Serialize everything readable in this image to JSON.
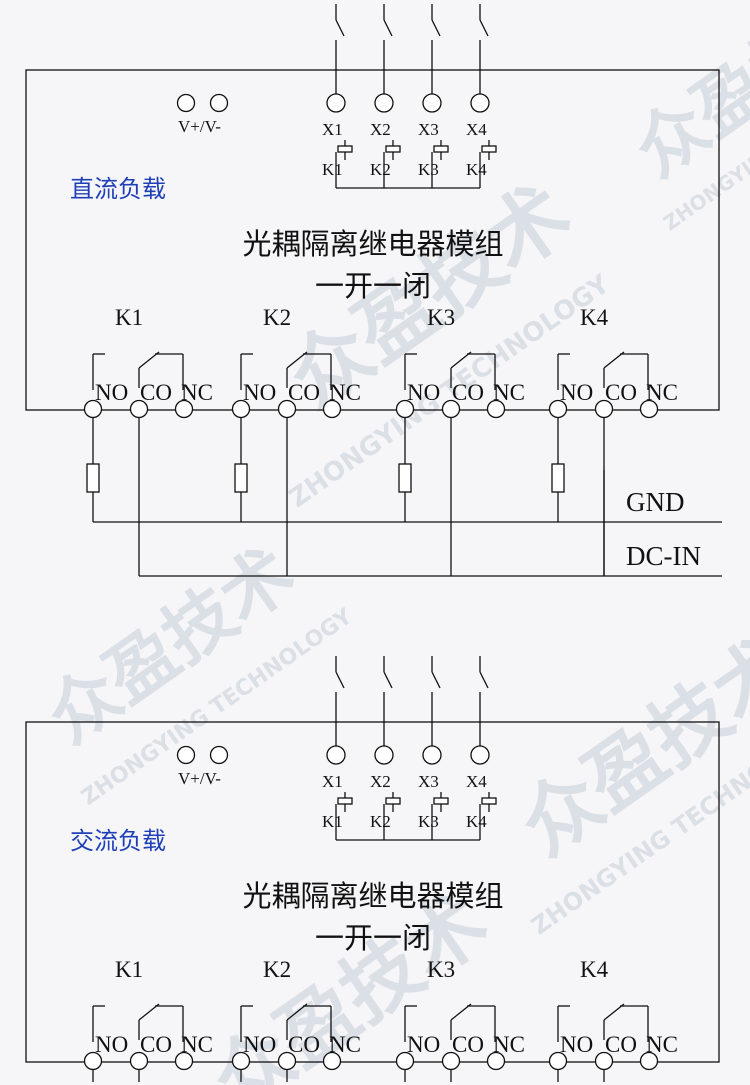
{
  "watermark": {
    "brand_cn": "众盈技术",
    "brand_en": "ZHONGYING TECHNOLOGY"
  },
  "panels": [
    {
      "load_label": "直流负载",
      "module_title": "光耦隔离继电器模组",
      "module_subtitle": "一开一闭",
      "power_label": "V+/V-",
      "inputs": [
        "X1",
        "X2",
        "X3",
        "X4"
      ],
      "input_relays": [
        "K1",
        "K2",
        "K3",
        "K4"
      ],
      "channels": [
        "K1",
        "K2",
        "K3",
        "K4"
      ],
      "terminals": [
        "NO",
        "CO",
        "NC"
      ],
      "bus_labels": [
        "GND",
        "DC-IN"
      ]
    },
    {
      "load_label": "交流负载",
      "module_title": "光耦隔离继电器模组",
      "module_subtitle": "一开一闭",
      "power_label": "V+/V-",
      "inputs": [
        "X1",
        "X2",
        "X3",
        "X4"
      ],
      "input_relays": [
        "K1",
        "K2",
        "K3",
        "K4"
      ],
      "channels": [
        "K1",
        "K2",
        "K3",
        "K4"
      ],
      "terminals": [
        "NO",
        "CO",
        "NC"
      ]
    }
  ]
}
